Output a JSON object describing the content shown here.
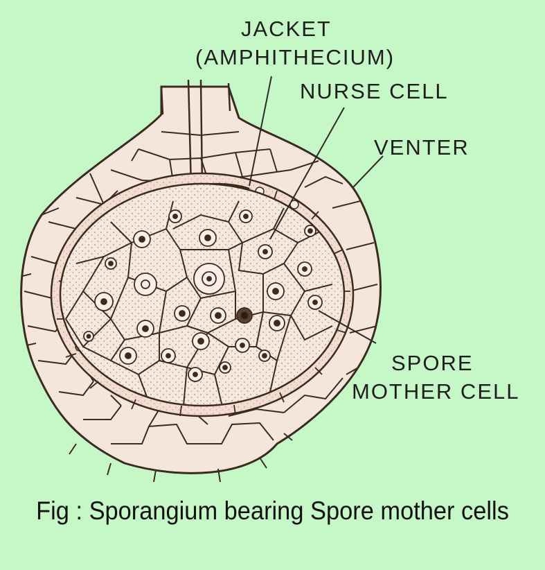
{
  "labels": {
    "jacket": "JACKET",
    "amphithecium": "(AMPHITHECIUM)",
    "nurse_cell": "NURSE CELL",
    "venter": "VENTER",
    "spore_line1": "SPORE",
    "spore_line2": "MOTHER CELL"
  },
  "caption": "Fig : Sporangium bearing Spore mother cells",
  "colors": {
    "background": "#c6f7c6",
    "cell_fill": "#f5e6dc",
    "ink": "#3a2a20"
  }
}
